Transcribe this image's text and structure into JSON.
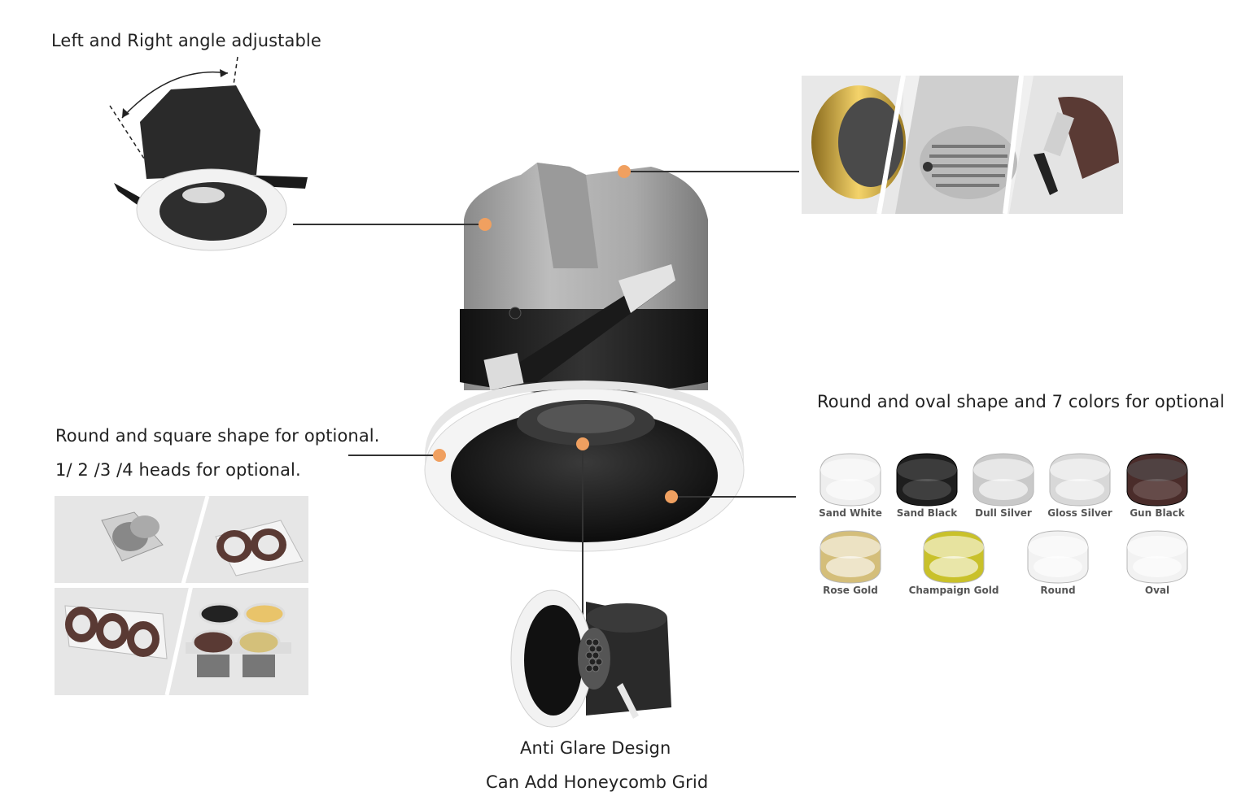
{
  "captions": {
    "angle": "Left and Right angle adjustable",
    "shape_colors": "Round and oval shape and 7 colors for optional",
    "shape_square_1": "Round and square shape for optional.",
    "shape_square_2": "1/ 2 /3 /4 heads for optional.",
    "anti_glare_1": "Anti Glare Design",
    "anti_glare_2": "Can Add Honeycomb Grid"
  },
  "swatches": [
    {
      "label": "Sand White",
      "color": "#eeeeee"
    },
    {
      "label": "Sand Black",
      "color": "#1e1e1e"
    },
    {
      "label": "Dull Silver",
      "color": "#c9c9c9"
    },
    {
      "label": "Gloss Silver",
      "color": "#d8d8d8"
    },
    {
      "label": "Gun Black",
      "color": "#4a2c2a"
    },
    {
      "label": "Rose Gold",
      "color": "#d4be7a"
    },
    {
      "label": "Champaign Gold",
      "color": "#c9c12a"
    },
    {
      "label": "Round",
      "color": "#f2f2f2"
    },
    {
      "label": "Oval",
      "color": "#f2f2f2"
    }
  ],
  "accent_color": "#f0a060"
}
